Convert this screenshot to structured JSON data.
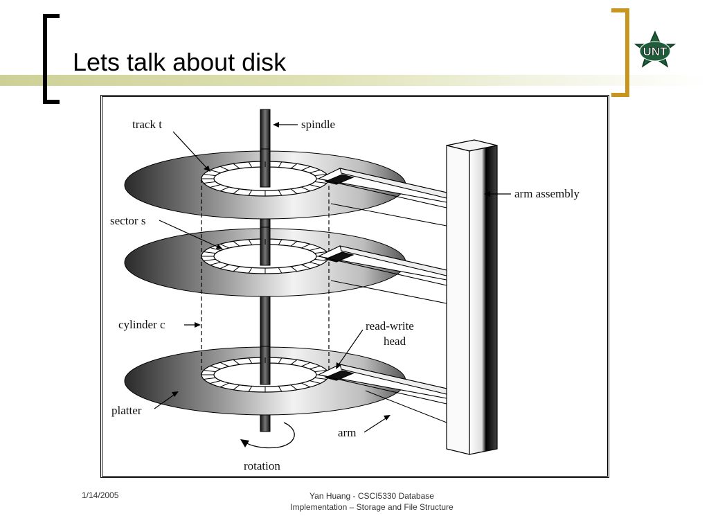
{
  "slide": {
    "title": "Lets talk about disk",
    "logo_text": "UNT",
    "colors": {
      "bracket_left": "#000000",
      "bracket_right": "#c8961e",
      "accent_bar": "#cdd096"
    }
  },
  "diagram": {
    "labels": {
      "track": "track t",
      "spindle": "spindle",
      "arm_assembly": "arm assembly",
      "sector": "sector s",
      "cylinder": "cylinder c",
      "read_write_head": [
        "read-write",
        "head"
      ],
      "platter": "platter",
      "arm": "arm",
      "rotation": "rotation"
    }
  },
  "footer": {
    "date": "1/14/2005",
    "line1": "Yan Huang - CSCI5330 Database",
    "line2": "Implementation – Storage and File Structure"
  }
}
